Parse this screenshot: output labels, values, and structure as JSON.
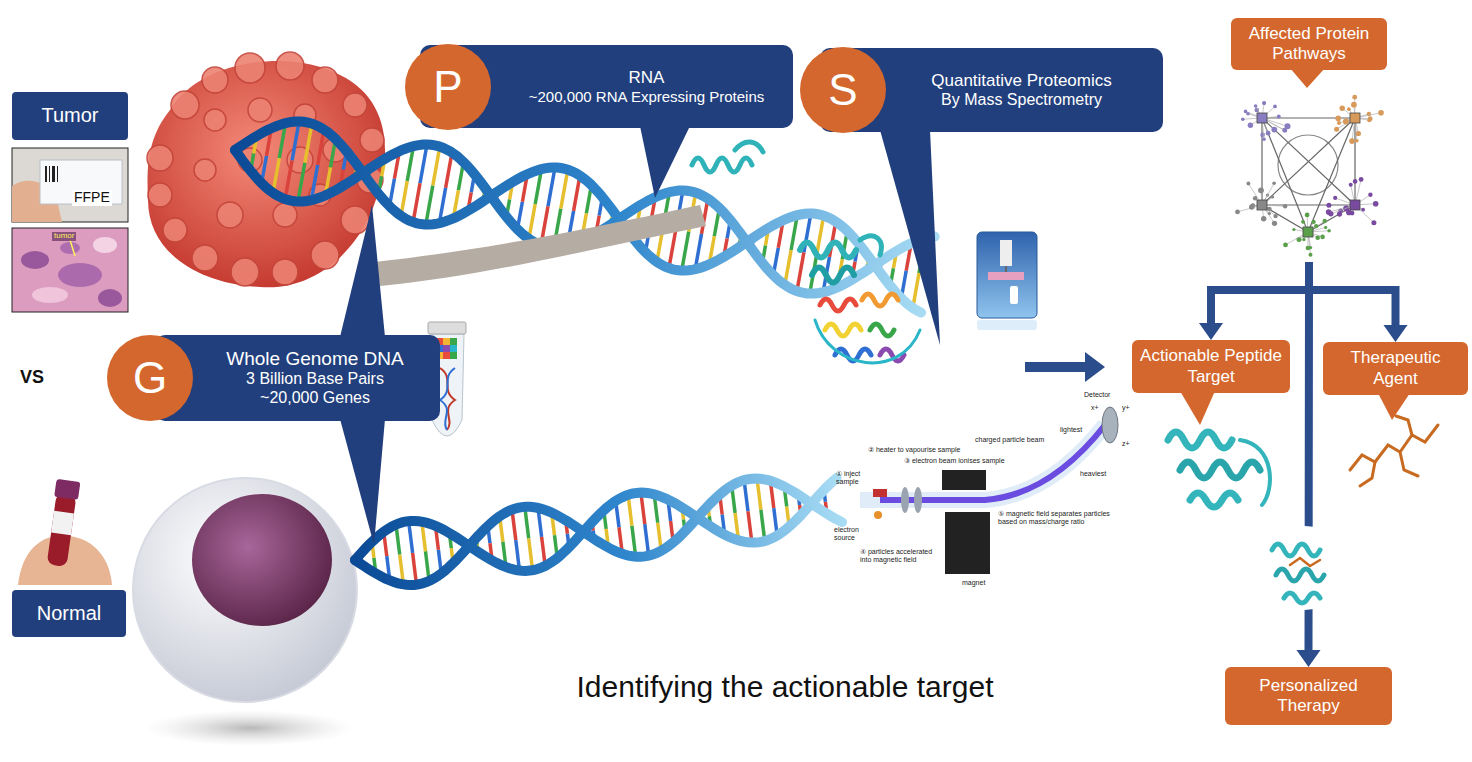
{
  "diagram": {
    "caption": "Identifying the actionable target",
    "nodes": [
      {
        "text": [
          "Tumor"
        ]
      },
      {
        "text": [
          "Normal"
        ]
      },
      {
        "text": [
          "RNA",
          "~200,000 RNA Expressing Proteins"
        ]
      },
      {
        "text": [
          "P"
        ],
        "in": 2
      },
      {
        "text": [
          "Quantitative Proteomics",
          "By Mass Spectrometry"
        ]
      },
      {
        "text": [
          "S"
        ],
        "in": 4
      },
      {
        "text": [
          "Whole Genome DNA",
          "3 Billion Base Pairs",
          "~20,000 Genes"
        ]
      },
      {
        "text": [
          "G"
        ],
        "in": 6
      },
      {
        "text": [
          "Affected Protein Pathways"
        ]
      },
      {
        "text": [
          "Actionable Peptide Target"
        ]
      },
      {
        "text": [
          "Therapeutic Agent"
        ]
      },
      {
        "text": [
          "Personalized Therapy"
        ]
      }
    ],
    "edges": [
      {
        "from": 8,
        "to": 9,
        "arrow": "to"
      },
      {
        "from": 8,
        "to": 10,
        "arrow": "to"
      },
      {
        "from": 8,
        "to": 11,
        "arrow": "to"
      }
    ],
    "labels": [
      "FFPE",
      "tumor",
      "VS",
      "① inject sample",
      "② heater to vapourise sample",
      "③ electron beam ionises sample",
      "④ particles accelerated into magnetic field",
      "⑤ magnetic field separates particles based on mass/charge ratio",
      "electron source",
      "charged particle beam",
      "lightest",
      "heaviest",
      "Detector",
      "x+",
      "y+",
      "z+",
      "magnet"
    ]
  }
}
